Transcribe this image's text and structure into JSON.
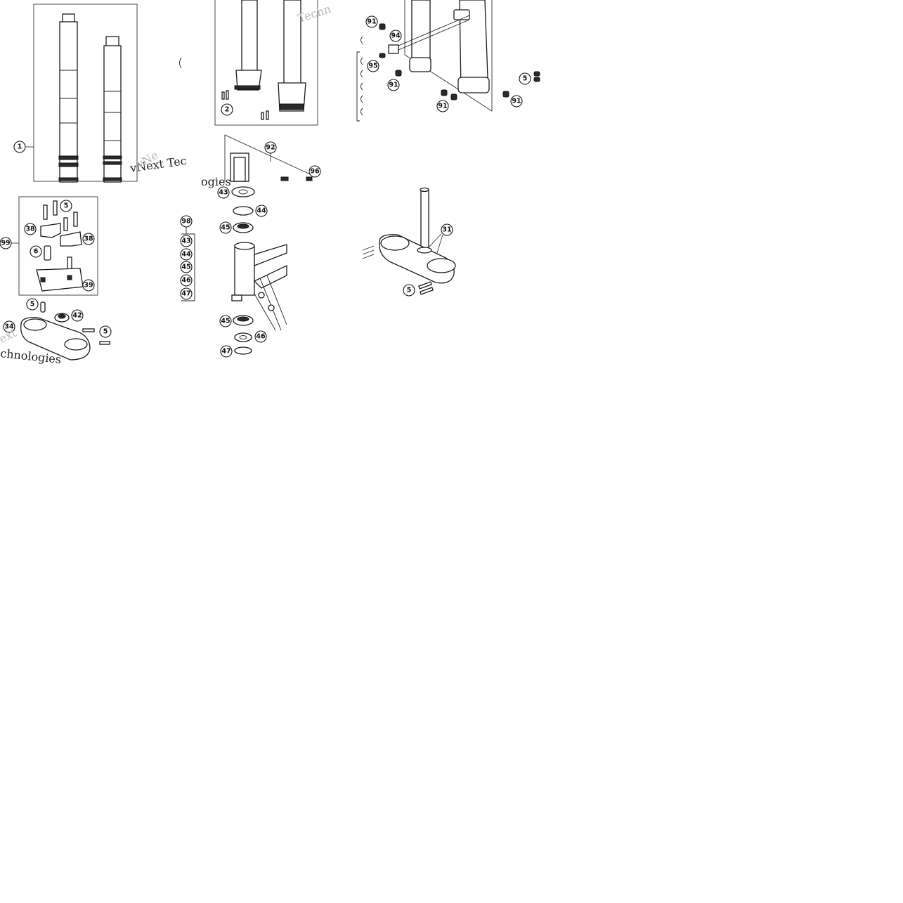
{
  "watermark": {
    "text_main": "vNext Tec",
    "text_short": "vNe",
    "text_techn": "Techn",
    "text_ogies": "ogies",
    "text_ext": "ext",
    "text_technologies": "chnologies"
  },
  "callouts": {
    "c1": "1",
    "c2": "2",
    "c5a": "5",
    "c5b": "5",
    "c5c": "5",
    "c5d": "5",
    "c5e": "5",
    "c6": "6",
    "c31": "31",
    "c34": "34",
    "c38a": "38",
    "c38b": "38",
    "c39": "39",
    "c42": "42",
    "c43a": "43",
    "c43b": "43",
    "c44a": "44",
    "c44b": "44",
    "c45a": "45",
    "c45b": "45",
    "c45c": "45",
    "c46a": "46",
    "c46b": "46",
    "c47a": "47",
    "c47b": "47",
    "c91a": "91",
    "c91b": "91",
    "c91c": "91",
    "c91d": "91",
    "c92": "92",
    "c94": "94",
    "c95": "95",
    "c96": "96",
    "c98": "98",
    "c99": "99"
  }
}
